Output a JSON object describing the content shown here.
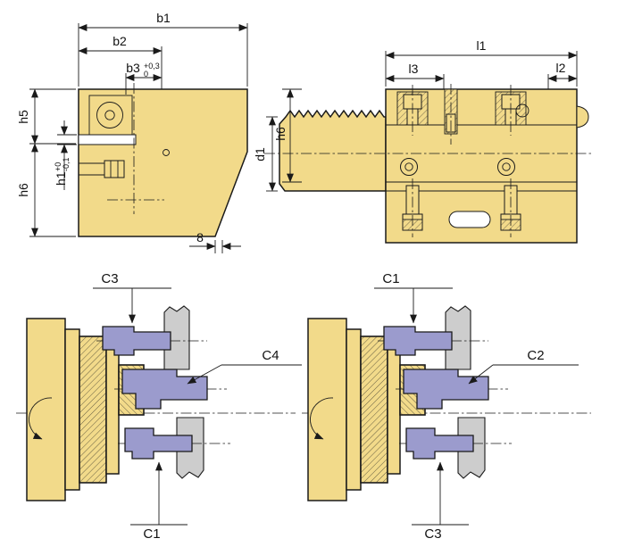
{
  "drawing": {
    "background": "#FFFFFF",
    "colors": {
      "holder_yellow": "#F2DA8A",
      "tool_violet": "#9B9BCD",
      "workpiece_gray": "#CDCDCD",
      "line_dark": "#1A1A1A"
    },
    "side_view": {
      "b1": "b1",
      "b2": "b2",
      "b3": "b3",
      "b3_tol_upper": "+0,3",
      "b3_tol_lower": "0",
      "h5": "h5",
      "h6": "h6",
      "h1": "h1",
      "h1_tol_upper": "+0",
      "h1_tol_lower": "-0,1",
      "edge_offset": "8"
    },
    "front_view": {
      "l1": "l1",
      "l2": "l2",
      "l3": "l3",
      "d1": "d1",
      "h6": "h6"
    },
    "left_schematic": {
      "top": "C3",
      "side": "C4",
      "bottom": "C1"
    },
    "right_schematic": {
      "top": "C1",
      "side": "C2",
      "bottom": "C3"
    }
  }
}
